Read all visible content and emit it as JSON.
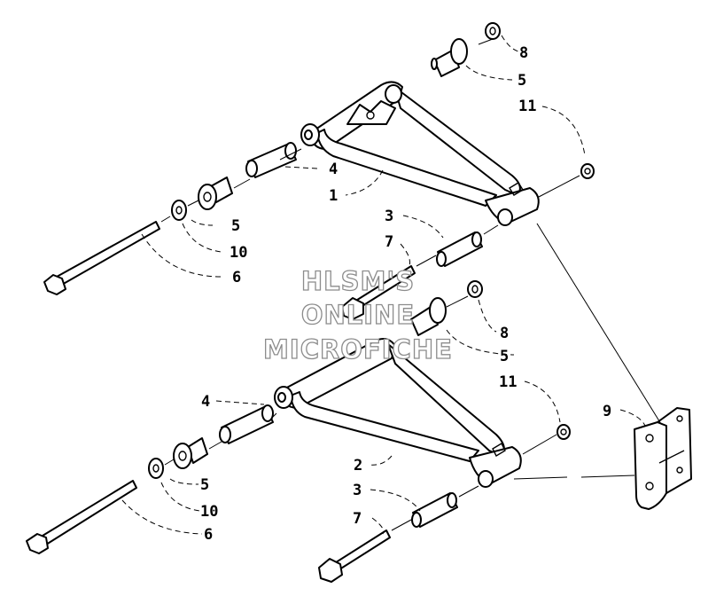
{
  "watermark": [
    "HLSM'S",
    "ONLINE",
    "MICROFICHE"
  ],
  "callouts": {
    "c8a": "8",
    "c5a": "5",
    "c11a": "11",
    "c4a": "4",
    "c1": "1",
    "c5b": "5",
    "c10a": "10",
    "c6a": "6",
    "c3a": "3",
    "c7a": "7",
    "c8b": "8",
    "c5c": "5",
    "c11b": "11",
    "c9": "9",
    "c4b": "4",
    "c2": "2",
    "c5d": "5",
    "c10b": "10",
    "c6b": "6",
    "c3b": "3",
    "c7b": "7"
  }
}
